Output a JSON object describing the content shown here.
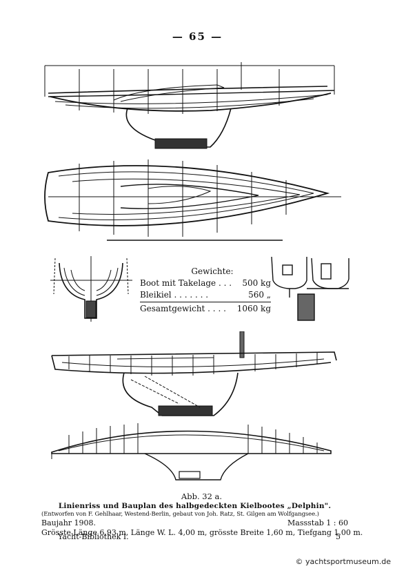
{
  "page_number": "— 65 —",
  "weights": {
    "heading": "Gewichte:",
    "rows": [
      {
        "label": "Boot mit Takelage . . .",
        "value": "500 kg"
      },
      {
        "label": "Bleikiel . . . . . . .",
        "value": "560 „"
      }
    ],
    "total": {
      "label": "Gesamtgewicht . . . .",
      "value": "1060 kg"
    }
  },
  "caption": {
    "figure": "Abb. 32 a.",
    "title": "Linienriss und Bauplan des halbgedeckten Kielbootes „Delphin\".",
    "designer": "(Entworfen von F. Gehlhaar, Westend-Berlin, gebaut von Joh. Ratz, St. Gilgen am Wolfgangsee.)",
    "year": "Baujahr 1908.",
    "scale": "Massstab 1 : 60",
    "dimensions": "Grösste Länge 6,93 m, Länge W. L. 4,00 m, grösste Breite 1,60 m, Tiefgang 1,00 m."
  },
  "footer": {
    "left": "Yacht-Bibliothek I.",
    "right": "5"
  },
  "watermark": "© yachtsportmuseum.de"
}
